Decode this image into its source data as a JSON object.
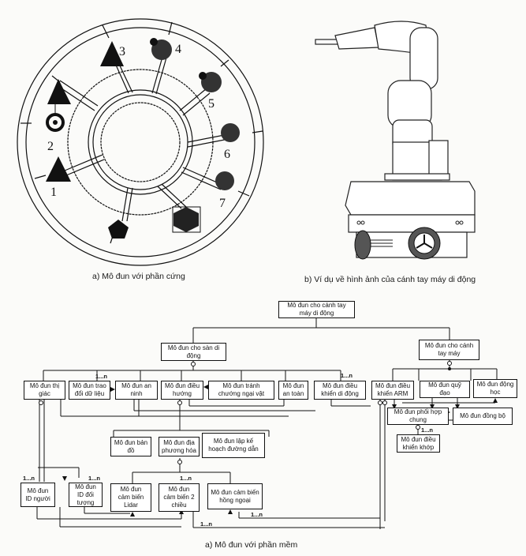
{
  "hardware_figure": {
    "caption": "a) Mô đun với phần cứng",
    "ring_modules": [
      {
        "number": "1",
        "shape": "triangle-icon"
      },
      {
        "number": "2",
        "shape": "target-circle-icon"
      },
      {
        "number": "3",
        "shape": "triangle-icon"
      },
      {
        "number": "4",
        "shape": "sensor-ball-icon"
      },
      {
        "number": "5",
        "shape": "sensor-ball-icon"
      },
      {
        "number": "6",
        "shape": "sensor-ball-icon"
      },
      {
        "number": "7",
        "shape": "sensor-ball-icon"
      }
    ]
  },
  "robot_figure": {
    "caption": "b) Ví dụ về hình ảnh của cánh tay máy di động"
  },
  "software_figure": {
    "caption": "a) Mô đun với phần mềm",
    "modules": {
      "root": "Mô đun cho cánh tay máy di động",
      "platform": "Mô đun cho sàn di động",
      "arm": "Mô đun cho cánh tay máy",
      "vision": "Mô đun thị giác",
      "data_exchange": "Mô đun trao đổi dữ liệu",
      "security": "Mô đun an ninh",
      "navigation": "Mô đun điều hướng",
      "obstacle_avoid": "Mô đun tránh chướng ngại vật",
      "safety": "Mô đun an toàn",
      "mobile_control": "Mô đun điều khiển di động",
      "arm_control": "Mô đun điều khiển ARM",
      "trajectory": "Mô đun quỹ đạo",
      "kinematics": "Mô đun động học",
      "coordination": "Mô đun phối hợp chung",
      "sync": "Mô đun đồng bộ",
      "joint_control": "Mô đun điều khiển khớp",
      "map": "Mô đun bản đồ",
      "localization": "Mô đun địa phương hóa",
      "path_planning": "Mô đun lập kế hoạch đường dẫn",
      "person_id": "Mô đun ID người",
      "object_id": "Mô đun ID đối tượng",
      "lidar": "Mô đun cảm biến Lidar",
      "sensor_2d": "Mô đun cảm biến 2 chiều",
      "infrared": "Mô đun cảm biến hồng ngoại"
    },
    "multiplicity_label": "1...n"
  }
}
